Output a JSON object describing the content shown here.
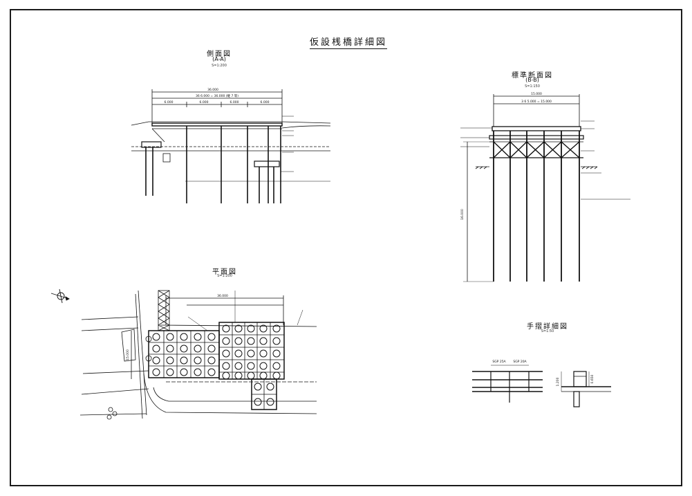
{
  "sheet": {
    "title": "仮設桟橋詳細図"
  },
  "views": {
    "side": {
      "title": "側面図",
      "subtitle": "(A-A)",
      "scale": "S=1:200"
    },
    "section": {
      "title": "標準断面図",
      "subtitle": "(B-B)",
      "scale": "S=1:150"
    },
    "plan": {
      "title": "平面図",
      "scale": "S=1:200"
    },
    "handrail": {
      "title": "手摺詳細図",
      "scale": "S=1:50"
    }
  },
  "dimensions": {
    "side_total": "36.000",
    "side_sub": "36 6.000 = 36.000 (継 7 等)",
    "side_spans": [
      "6.000",
      "6.000",
      "6.000",
      "6.000"
    ],
    "section_total": "15.000",
    "section_sub": "3 6 5.000 = 15.000",
    "section_depth": "16.000",
    "plan_total": "36.000",
    "plan_width": "15.000",
    "handrail_top": "SGP 25A",
    "handrail_mid": "SGP 20A",
    "handrail_height": "1.200",
    "handrail_post": "0.650"
  },
  "colors": {
    "ink": "#111111",
    "paper": "#ffffff",
    "frame": "#1a1a1a"
  },
  "icons": {
    "north_arrow": "north-arrow-icon"
  }
}
